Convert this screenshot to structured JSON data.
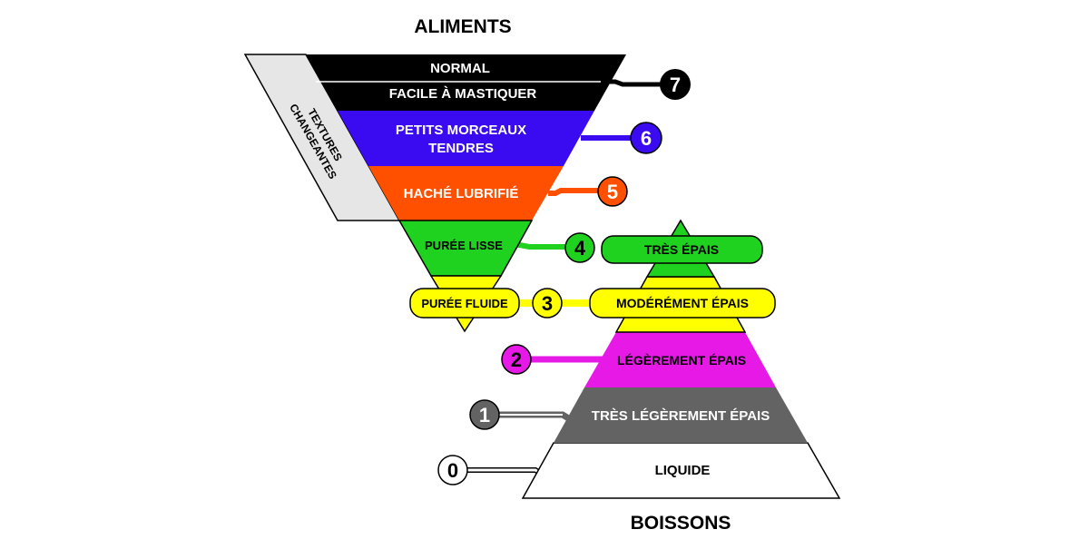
{
  "titles": {
    "top": "ALIMENTS",
    "bottom": "BOISSONS",
    "side_line1": "TEXTURES",
    "side_line2": "CHANGEANTES"
  },
  "food_levels": {
    "normal": "NORMAL",
    "easy_chew": "FACILE À MASTIQUER",
    "soft_bite_line1": "PETITS MORCEAUX",
    "soft_bite_line2": "TENDRES",
    "minced_moist": "HACHÉ LUBRIFIÉ",
    "pureed": "PURÉE LISSE",
    "liquidised": "PURÉE FLUIDE"
  },
  "drink_levels": {
    "extremely_thick": "TRÈS ÉPAIS",
    "moderately_thick": "MODÉRÉMENT ÉPAIS",
    "mildly_thick": "LÉGÈREMENT ÉPAIS",
    "slightly_thick": "TRÈS LÉGÈREMENT ÉPAIS",
    "thin": "LIQUIDE"
  },
  "level_numbers": {
    "n7": "7",
    "n6": "6",
    "n5": "5",
    "n4": "4",
    "n3": "3",
    "n2": "2",
    "n1": "1",
    "n0": "0"
  },
  "colors": {
    "level7": "#000000",
    "level6": "#3a0af0",
    "level5": "#ff5000",
    "level4": "#1fd21f",
    "level3": "#ffff00",
    "level2": "#e619e6",
    "level1": "#636363",
    "level0": "#ffffff",
    "side_band": "#e6e6e6"
  }
}
